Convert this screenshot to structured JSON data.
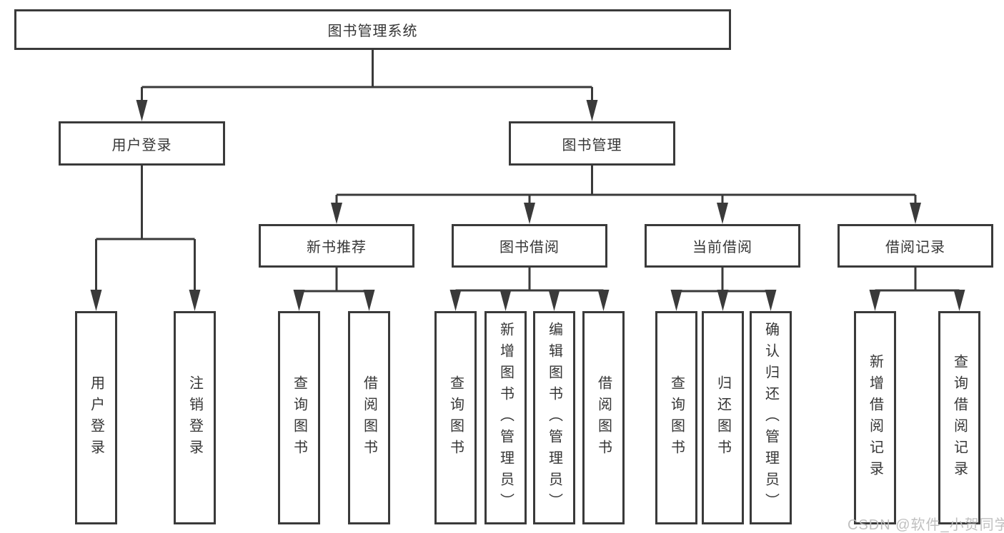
{
  "diagram": {
    "root": {
      "label": "图书管理系统"
    },
    "user_login": {
      "label": "用户登录",
      "children": {
        "login": {
          "label": "用户登录"
        },
        "logout": {
          "label": "注销登录"
        }
      }
    },
    "book_management": {
      "label": "图书管理",
      "new_book_recommend": {
        "label": "新书推荐",
        "children": {
          "query_books": {
            "label": "查询图书"
          },
          "borrow_books": {
            "label": "借阅图书"
          }
        }
      },
      "book_borrowing": {
        "label": "图书借阅",
        "children": {
          "query_books": {
            "label": "查询图书"
          },
          "add_books": {
            "label": "新增图书（管理员）"
          },
          "edit_books": {
            "label": "编辑图书（管理员）"
          },
          "borrow_books": {
            "label": "借阅图书"
          }
        }
      },
      "current_borrowing": {
        "label": "当前借阅",
        "children": {
          "query_books": {
            "label": "查询图书"
          },
          "return_books": {
            "label": "归还图书"
          },
          "confirm_return": {
            "label": "确认归还（管理员）"
          }
        }
      },
      "borrowing_records": {
        "label": "借阅记录",
        "children": {
          "add_record": {
            "label": "新增借阅记录"
          },
          "query_record": {
            "label": "查询借阅记录"
          }
        }
      }
    }
  },
  "watermark": {
    "text": "CSDN @软件_小贺同学"
  },
  "colors": {
    "line": "#3a3a3a",
    "text": "#363636",
    "box_background": "#ffffff",
    "watermark": "#bdbdbd",
    "background": "#ffffff"
  }
}
